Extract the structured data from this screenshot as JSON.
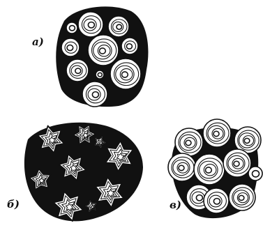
{
  "panels": [
    {
      "id": "a",
      "label": "а)"
    },
    {
      "id": "b",
      "label": "б)"
    },
    {
      "id": "c",
      "label": "в)"
    }
  ],
  "colors": {
    "ink": "#111111",
    "paper": "#ffffff"
  }
}
